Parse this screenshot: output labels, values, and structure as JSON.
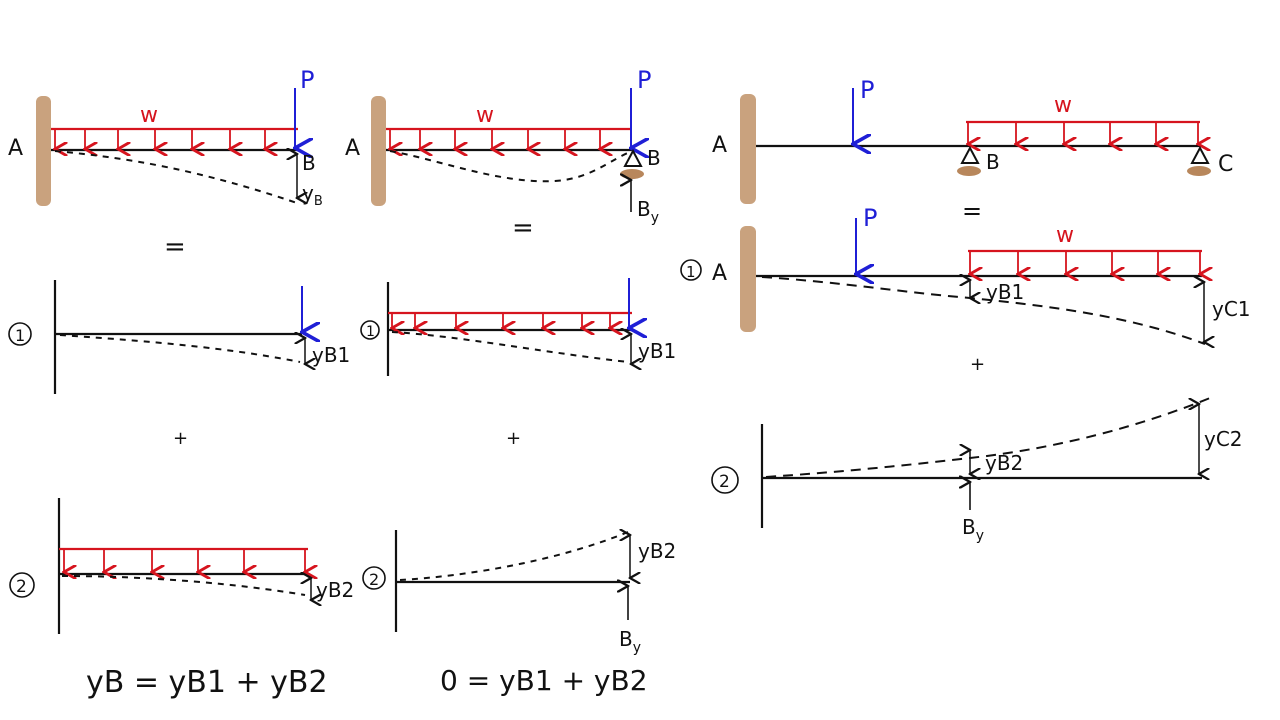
{
  "colors": {
    "beam": "#111111",
    "distributed_load": "#d6141e",
    "point_load": "#1f1fd6",
    "wall": "#c9a27e",
    "support_pad": "#b8875c"
  },
  "labels": {
    "A": "A",
    "B": "B",
    "C": "C",
    "P": "P",
    "w": "w",
    "equals": "=",
    "plus": "+",
    "case1": "1",
    "case2": "2",
    "yB": "y",
    "yB_sub": "B",
    "yB1": "yB1",
    "yB2": "yB2",
    "yC1": "yC1",
    "yC2": "yC2",
    "By": "B",
    "By_sub": "y",
    "zero": "0"
  },
  "equations": {
    "left": "yB = yB1 + yB2",
    "middle": "0 = yB1 + yB2"
  },
  "icons": {
    "wall": "fixed-wall-icon",
    "pin": "pin-support-icon",
    "roller": "roller-support-icon"
  }
}
